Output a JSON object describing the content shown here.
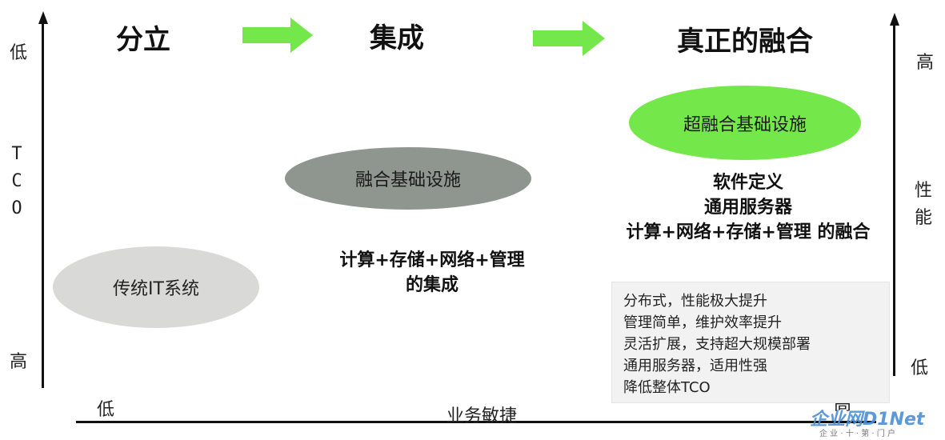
{
  "stages": [
    "分立",
    "集成",
    "真正的融合"
  ],
  "left_axis": {
    "top_label": "低",
    "title": "TCO",
    "bottom_label": "高"
  },
  "right_axis": {
    "top_label": "高",
    "title": "性能",
    "bottom_label": "低"
  },
  "bottom_axis": {
    "left_label": "低",
    "title": "业务敏捷",
    "right_label": "高"
  },
  "ellipses": {
    "traditional": {
      "label": "传统IT系统",
      "color": "#d9d9d7"
    },
    "converged": {
      "label": "融合基础设施",
      "color": "#8f958f"
    },
    "hyper": {
      "label": "超融合基础设施",
      "color": "#74e84a"
    }
  },
  "descriptions": {
    "integration": [
      "计算+存储+网络+管理",
      "的集成"
    ],
    "fusion": [
      "软件定义",
      "通用服务器",
      "计算+网络+存储+管理 的融合"
    ]
  },
  "benefits": [
    "分布式，性能极大提升",
    "管理简单，维护效率提升",
    "灵活扩展，支持超大规模部署",
    "通用服务器，适用性强",
    "降低整体TCO"
  ],
  "watermark": {
    "brand": "企业网D1Net",
    "sub": "企 业 · 十 · 第 · 门 户"
  },
  "colors": {
    "arrow_green": "#74e84a"
  }
}
